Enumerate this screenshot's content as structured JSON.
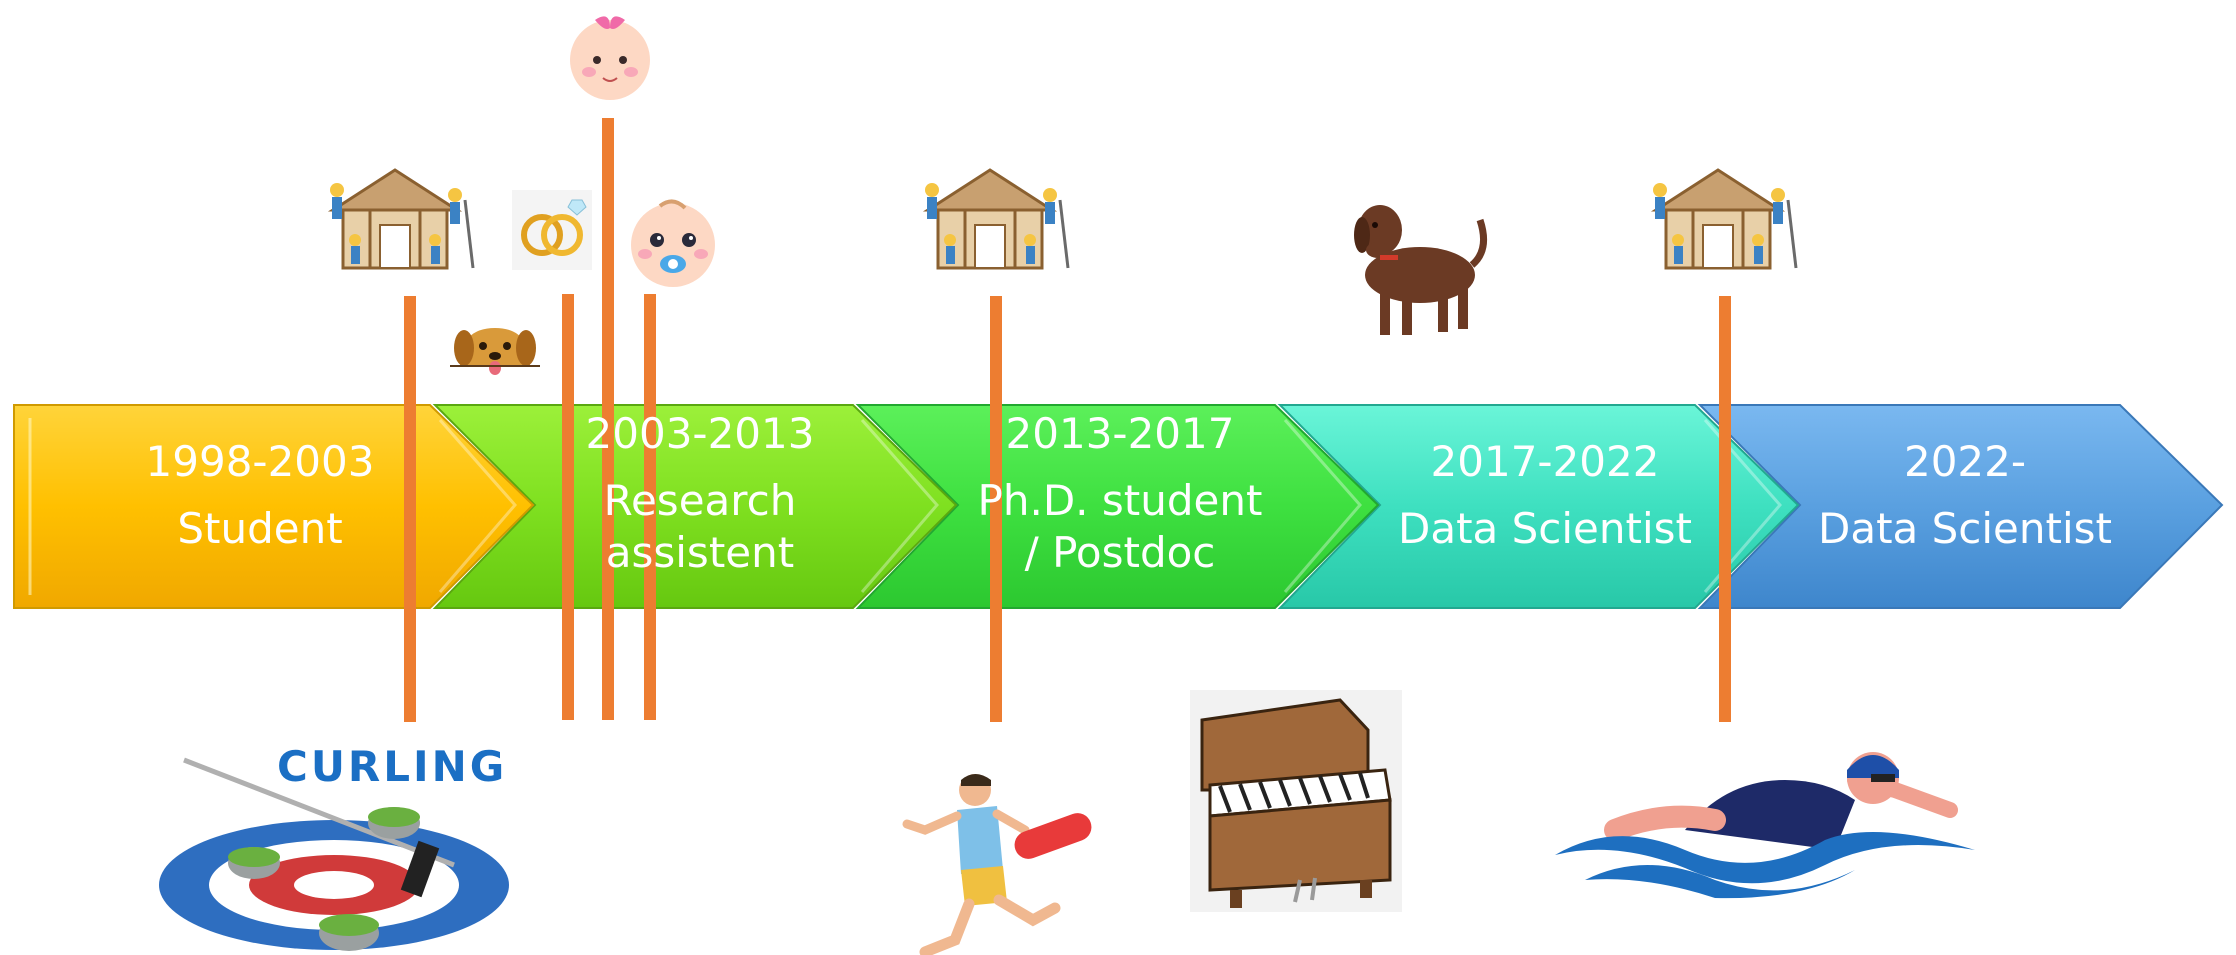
{
  "segments": [
    {
      "years": "1998-2003",
      "role": "Student",
      "role_line2": "",
      "color": "#ffc000"
    },
    {
      "years": "2003-2013",
      "role": "Research",
      "role_line2": "assistent",
      "color": "#7fe020"
    },
    {
      "years": "2013-2017",
      "role": "Ph.D. student",
      "role_line2": "/ Postdoc",
      "color": "#3ee040"
    },
    {
      "years": "2017-2022",
      "role": "Data Scientist",
      "role_line2": "",
      "color": "#3ee0c0"
    },
    {
      "years": "2022-",
      "role": "Data Scientist",
      "role_line2": "",
      "color": "#5aa0e0"
    }
  ],
  "curling_label": "CURLING",
  "colors": {
    "event_line": "#ed7d31"
  },
  "icons": [
    "house-construction-icon",
    "house-construction-icon",
    "house-construction-icon",
    "wedding-rings-icon",
    "baby-girl-icon",
    "baby-boy-icon",
    "puppy-icon",
    "dog-icon",
    "curling-icon",
    "lifeguard-runner-icon",
    "piano-icon",
    "swimmer-icon"
  ]
}
